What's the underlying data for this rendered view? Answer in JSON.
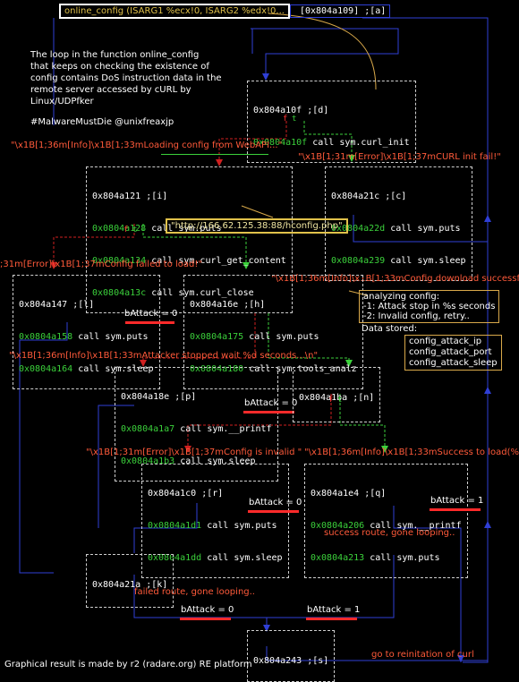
{
  "top_banner": {
    "highlight": "online_config (ISARG1 %ecx!0, ISARG2 %edx!0...",
    "rest": " [0x804a109] ;[a]"
  },
  "description": {
    "lines": [
      "The loop in the function online_config",
      "that keeps on checking the existence of",
      "config contains DoS instruction data in the",
      "remote server accessed by cURL by",
      "Linux/UDPfker"
    ],
    "tag": "#MalwareMustDie @unixfreaxjp"
  },
  "nodes": {
    "d": {
      "addr": "0x804a10f ;[d]",
      "lines": [
        {
          "addr": "0x0804a10f",
          "text": " call sym.curl_init"
        }
      ]
    },
    "i": {
      "addr": "0x804a121 ;[i]",
      "lines": [
        {
          "addr": "0x0804a128",
          "text": " call sym.puts"
        },
        {
          "addr": "0x0804a134",
          "text": " call sym.curl_get_content"
        },
        {
          "addr": "0x0804a13c",
          "text": " call sym.curl_close"
        }
      ]
    },
    "c": {
      "addr": "0x804a21c ;[c]",
      "lines": [
        {
          "addr": "0x0804a22d",
          "text": " call sym.puts"
        },
        {
          "addr": "0x0804a239",
          "text": " call sym.sleep"
        }
      ]
    },
    "l": {
      "addr": "0x804a147 ;[l]",
      "lines": [
        {
          "addr": "0x0804a158",
          "text": " call sym.puts"
        },
        {
          "addr": "0x0804a164",
          "text": " call sym.sleep"
        }
      ]
    },
    "h": {
      "addr": "0x804a16e ;[h]",
      "lines": [
        {
          "addr": "0x0804a175",
          "text": " call sym.puts"
        },
        {
          "addr": "0x0804a180",
          "text": " call sym.tools_analz"
        }
      ]
    },
    "p": {
      "addr": "0x804a18e ;[p]",
      "lines": [
        {
          "addr": "0x0804a1a7",
          "text": " call sym.__printf"
        },
        {
          "addr": "0x0804a1b3",
          "text": " call sym.sleep"
        }
      ]
    },
    "n": {
      "addr": "0x804a1ba ;[n]",
      "lines": []
    },
    "r": {
      "addr": "0x804a1c0 ;[r]",
      "lines": [
        {
          "addr": "0x0804a1d1",
          "text": " call sym.puts"
        },
        {
          "addr": "0x0804a1dd",
          "text": " call sym.sleep"
        }
      ]
    },
    "q": {
      "addr": "0x804a1e4 ;[q]",
      "lines": [
        {
          "addr": "0x0804a206",
          "text": " call sym.__printf"
        },
        {
          "addr": "0x0804a213",
          "text": " call sym.puts"
        }
      ]
    },
    "k": {
      "addr": "0x804a21a ;[k]",
      "lines": []
    },
    "s": {
      "addr": "0x804a243 ;[s]",
      "lines": []
    }
  },
  "strings": {
    "loading": "\"\\x1B[1;36m[Info]\\x1B[1;33mLoading config from WebAPI...\"",
    "curl_fail": "\"\\x1B[1;31m[Error]\\x1B[1;37mCURL init fail!\"",
    "url": "\"http://166.62.125.38:88/hconfig.php\"",
    "config_failed": ";31m[Error]\\x1B[1;37mConfig failed to load!\"",
    "download_ok": "\"\\x1B[1;36m[Info]\\x1B[1;33mConfig download successful!\"",
    "attacker_stopped": "\"\\x1B[1;36m[Info]\\x1B[1;33mAttacker stopped wait %d seconds...\\n\"",
    "config_invalid": "\"\\x1B[1;31m[Error]\\x1B[1;37mConfig is invalid \"",
    "success_load": "\"\\x1B[1;36m[Info]\\x1B[1;33mSuccess to load(%s:"
  },
  "analyzing": {
    "lines": [
      "analyzing config:",
      "-1: Attack stop in %s seconds",
      "-2: Invalid config, retry.."
    ],
    "stored_label": "Data stored:",
    "stored": [
      "config_attack_ip",
      "config_attack_port",
      "config_attack_sleep"
    ]
  },
  "battack": {
    "zero": "bAttack = 0",
    "one": "bAttack = 1"
  },
  "routes": {
    "success": "success route, gone looping..",
    "failed": "failed route, gone looping..",
    "reinit": "go to reinitation of curl"
  },
  "branch": {
    "t": "t",
    "f": "f"
  },
  "footer": "Graphical result is made by r2 (radare.org) RE platform",
  "colors": {
    "edge_blue": "#2f3fd6",
    "edge_green": "#3bd13b",
    "edge_red": "#d02020",
    "annotation_orange": "#d9a94a"
  }
}
